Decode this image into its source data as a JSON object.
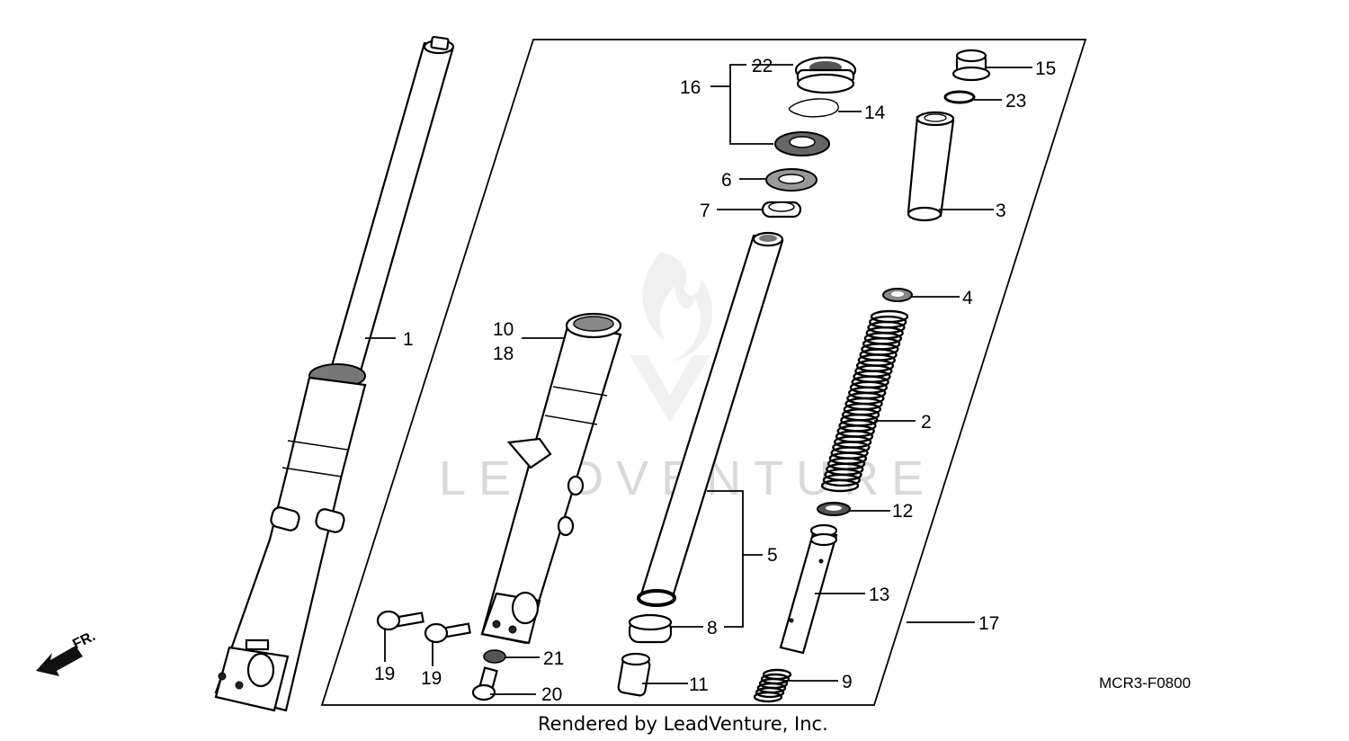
{
  "diagram_code": "MCR3-F0800",
  "footer": "Rendered by LeadVenture, Inc.",
  "watermark": "LEADVENTURE",
  "direction_label": "FR.",
  "labels": {
    "p1": "1",
    "p2": "2",
    "p3": "3",
    "p4": "4",
    "p5": "5",
    "p6": "6",
    "p7": "7",
    "p8": "8",
    "p9": "9",
    "p10": "10",
    "p11": "11",
    "p12": "12",
    "p13": "13",
    "p14": "14",
    "p15": "15",
    "p16": "16",
    "p17": "17",
    "p18": "18",
    "p19a": "19",
    "p19b": "19",
    "p20": "20",
    "p21": "21",
    "p22": "22",
    "p23": "23"
  }
}
